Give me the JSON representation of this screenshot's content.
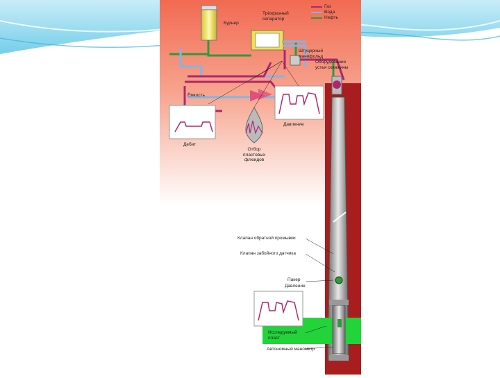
{
  "colors": {
    "gas": "#b0266e",
    "water": "#7fb6e6",
    "oil": "#2e9a3c",
    "bg_top": "#f26a52",
    "bg_bottom": "#fbd6c8",
    "formation": "#22d33a",
    "casing_bg": "#a81d1d"
  },
  "legend": {
    "gas": "Газ",
    "water": "Вода",
    "oil": "Нефть"
  },
  "labels": {
    "burner": "Бурнер",
    "separator": "Трёхфазный\nсепаратор",
    "manifold": "Штуцерный\nманифольд",
    "wellhead": "Оборудование\nустья скважины",
    "vessel": "Ёмкость",
    "rate": "Дебит",
    "pressure_top": "Давление",
    "sampling": "Отбор\nпластовых\nфлюидов",
    "reverse_valve": "Клапан обратной промывки",
    "downhole_valve": "Клапан забойного датчика",
    "packer": "Пакер",
    "pressure_bottom": "Давление",
    "formation": "Исследуемый\nпласт",
    "gauge": "Автономный манометр"
  }
}
